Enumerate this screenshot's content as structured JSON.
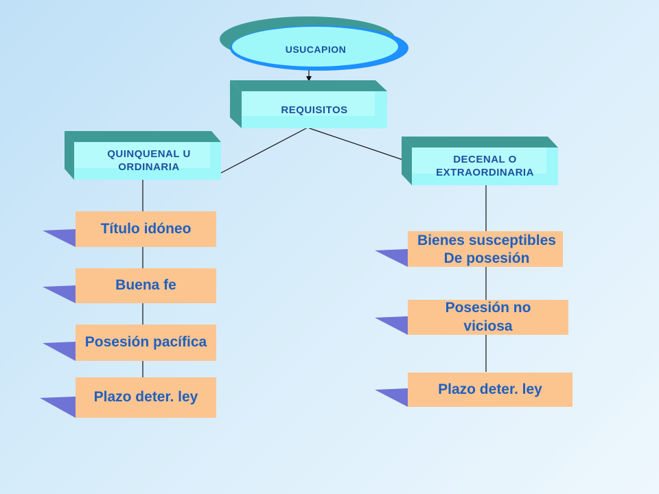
{
  "colors": {
    "teal": "#3f9a96",
    "cyan": "#9ef8fa",
    "peach": "#fcc590",
    "purple": "#6f73d6",
    "text": "#1f5fbf",
    "line": "#111111"
  },
  "root": {
    "label": "USUCAPION"
  },
  "requisitos": {
    "label": "REQUISITOS"
  },
  "left_branch": {
    "header": "QUINQUENAL U ORDINARIA",
    "items": [
      "Título idóneo",
      "Buena fe",
      "Posesión pacífica",
      "Plazo deter. ley"
    ]
  },
  "right_branch": {
    "header": "DECENAL O EXTRAORDINARIA",
    "items": [
      "Bienes susceptibles De posesión",
      "Posesión no viciosa",
      "Plazo deter. ley"
    ]
  }
}
